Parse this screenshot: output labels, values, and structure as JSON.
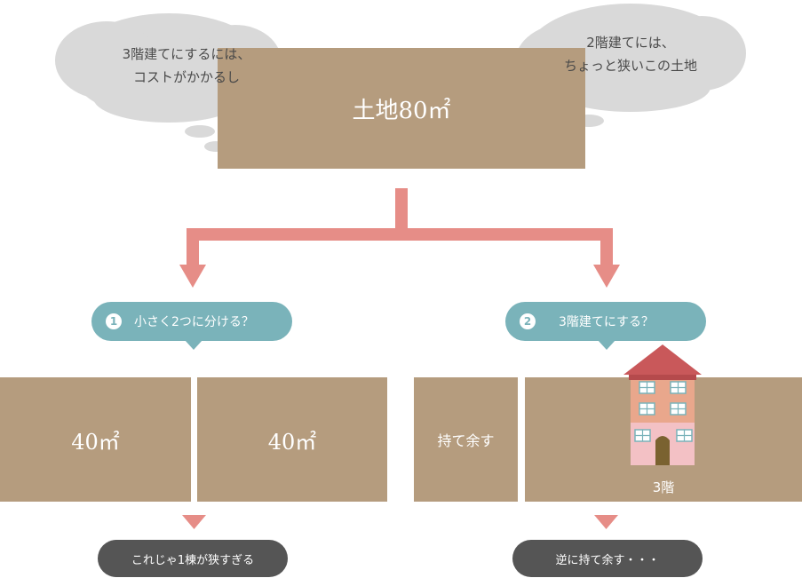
{
  "top_land": {
    "label": "土地80㎡"
  },
  "left_thought": {
    "line1": "3階建てにするには、",
    "line2": "コストがかかるし"
  },
  "right_thought": {
    "line1": "2階建てには、",
    "line2": "ちょっと狭いこの土地"
  },
  "option1": {
    "number": "1",
    "label": "小さく2つに分ける？"
  },
  "option2": {
    "number": "2",
    "label": "3階建てにする？"
  },
  "split_lots": [
    {
      "label": "40㎡"
    },
    {
      "label": "40㎡"
    }
  ],
  "option2_lots": {
    "small_label": "持て余す",
    "house_label": "3階"
  },
  "result1": "これじゃ1棟が狭すぎる",
  "result2": "逆に持て余す・・・",
  "colors": {
    "land": "#b59c7e",
    "arrow": "#e68d87",
    "cloud": "#d9d9d9",
    "pill": "#7ab3ba",
    "result_pill": "#555555",
    "house_roof": "#c9585a",
    "house_upper": "#e9a78c",
    "house_lower": "#f3c1c5"
  }
}
